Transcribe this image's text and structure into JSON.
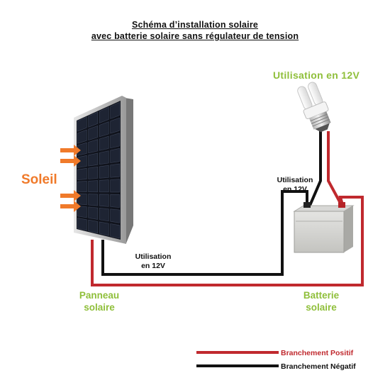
{
  "title": {
    "line1": "Schéma d’installation solaire",
    "line2": "avec batterie solaire sans régulateur de tension"
  },
  "labels": {
    "sun": "Soleil",
    "usage_top": "Utilisation en 12V",
    "usage_mid": "Utilisation\nen 12V",
    "usage_bottom": "Utilisation\nen 12V",
    "panel": "Panneau\nsolaire",
    "battery": "Batterie\nsolaire"
  },
  "legend": {
    "positive": "Branchement Positif",
    "negative": "Branchement Négatif"
  },
  "colors": {
    "positive_wire": "#c0292e",
    "negative_wire": "#111111",
    "label_green": "#8fbf3a",
    "sun_orange": "#f07a2a"
  }
}
